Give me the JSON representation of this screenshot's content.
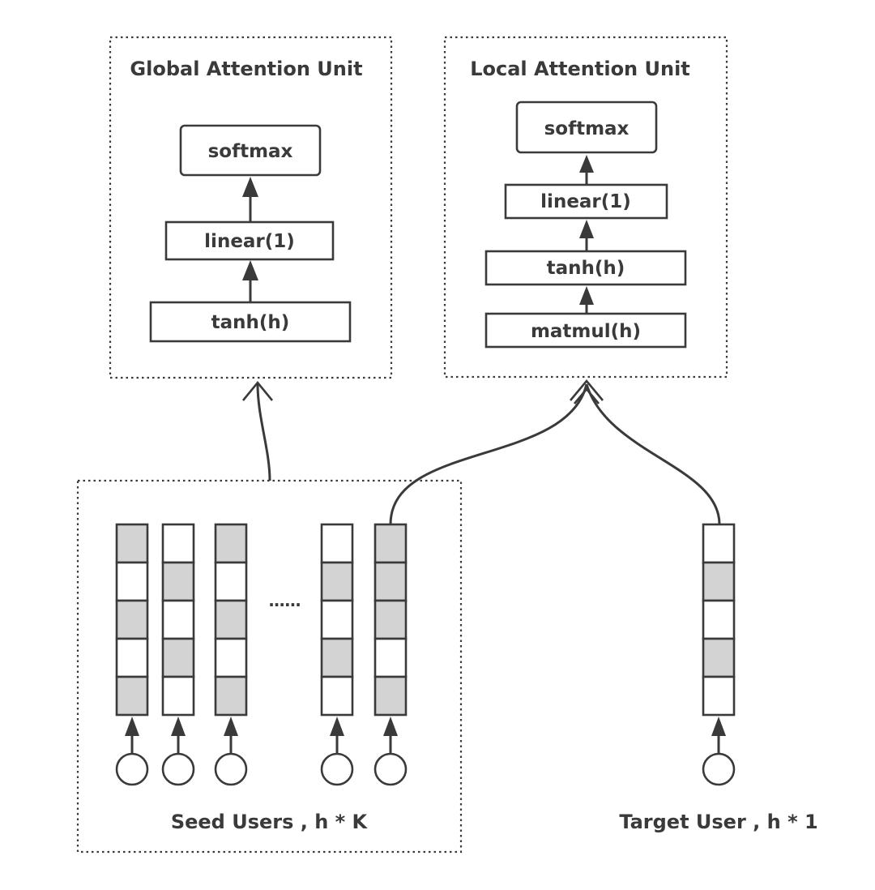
{
  "global_unit": {
    "title": "Global Attention Unit",
    "layers": [
      "softmax",
      "linear(1)",
      "tanh(h)"
    ]
  },
  "local_unit": {
    "title": "Local Attention Unit",
    "layers": [
      "softmax",
      "linear(1)",
      "tanh(h)",
      "matmul(h)"
    ]
  },
  "seed_users": {
    "caption": "Seed Users , h * K",
    "ellipsis": "......",
    "vectors": [
      [
        "gray",
        "white",
        "gray",
        "white",
        "gray"
      ],
      [
        "white",
        "gray",
        "white",
        "gray",
        "white"
      ],
      [
        "gray",
        "white",
        "gray",
        "white",
        "gray"
      ],
      [
        "white",
        "gray",
        "white",
        "gray",
        "white"
      ],
      [
        "gray",
        "gray",
        "gray",
        "white",
        "gray"
      ]
    ]
  },
  "target_user": {
    "caption": "Target User , h * 1",
    "vector": [
      "white",
      "gray",
      "white",
      "gray",
      "white"
    ]
  },
  "colors": {
    "gray_cell": "#d3d3d3",
    "white_cell": "#ffffff",
    "stroke": "#3a3a3a"
  }
}
